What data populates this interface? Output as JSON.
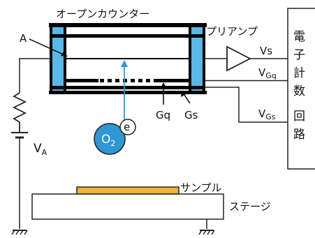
{
  "labels": {
    "open_counter": "オープンカウンター",
    "preamp": "プリアンプ",
    "electrode_a": "A",
    "vs": "Vs",
    "vgq_main": "V",
    "vgq_sub": "Gq",
    "vgs_main": "V",
    "vgs_sub": "Gs",
    "gq": "Gq",
    "gs": "Gs",
    "va_main": "V",
    "va_sub": "A",
    "o2_main": "O",
    "o2_sub": "2",
    "electron": "e",
    "sample": "サンプル",
    "stage": "ステージ",
    "electronic_circuit": [
      "電",
      "子",
      "計",
      "数",
      "回",
      "路"
    ]
  },
  "colors": {
    "counter_frame": "#000000",
    "counter_insulator": "#5bb8e6",
    "photon_arrow": "#2f97d4",
    "o2_molecule": "#2f97d4",
    "sample": "#f0b43a",
    "wire": "#222222"
  }
}
